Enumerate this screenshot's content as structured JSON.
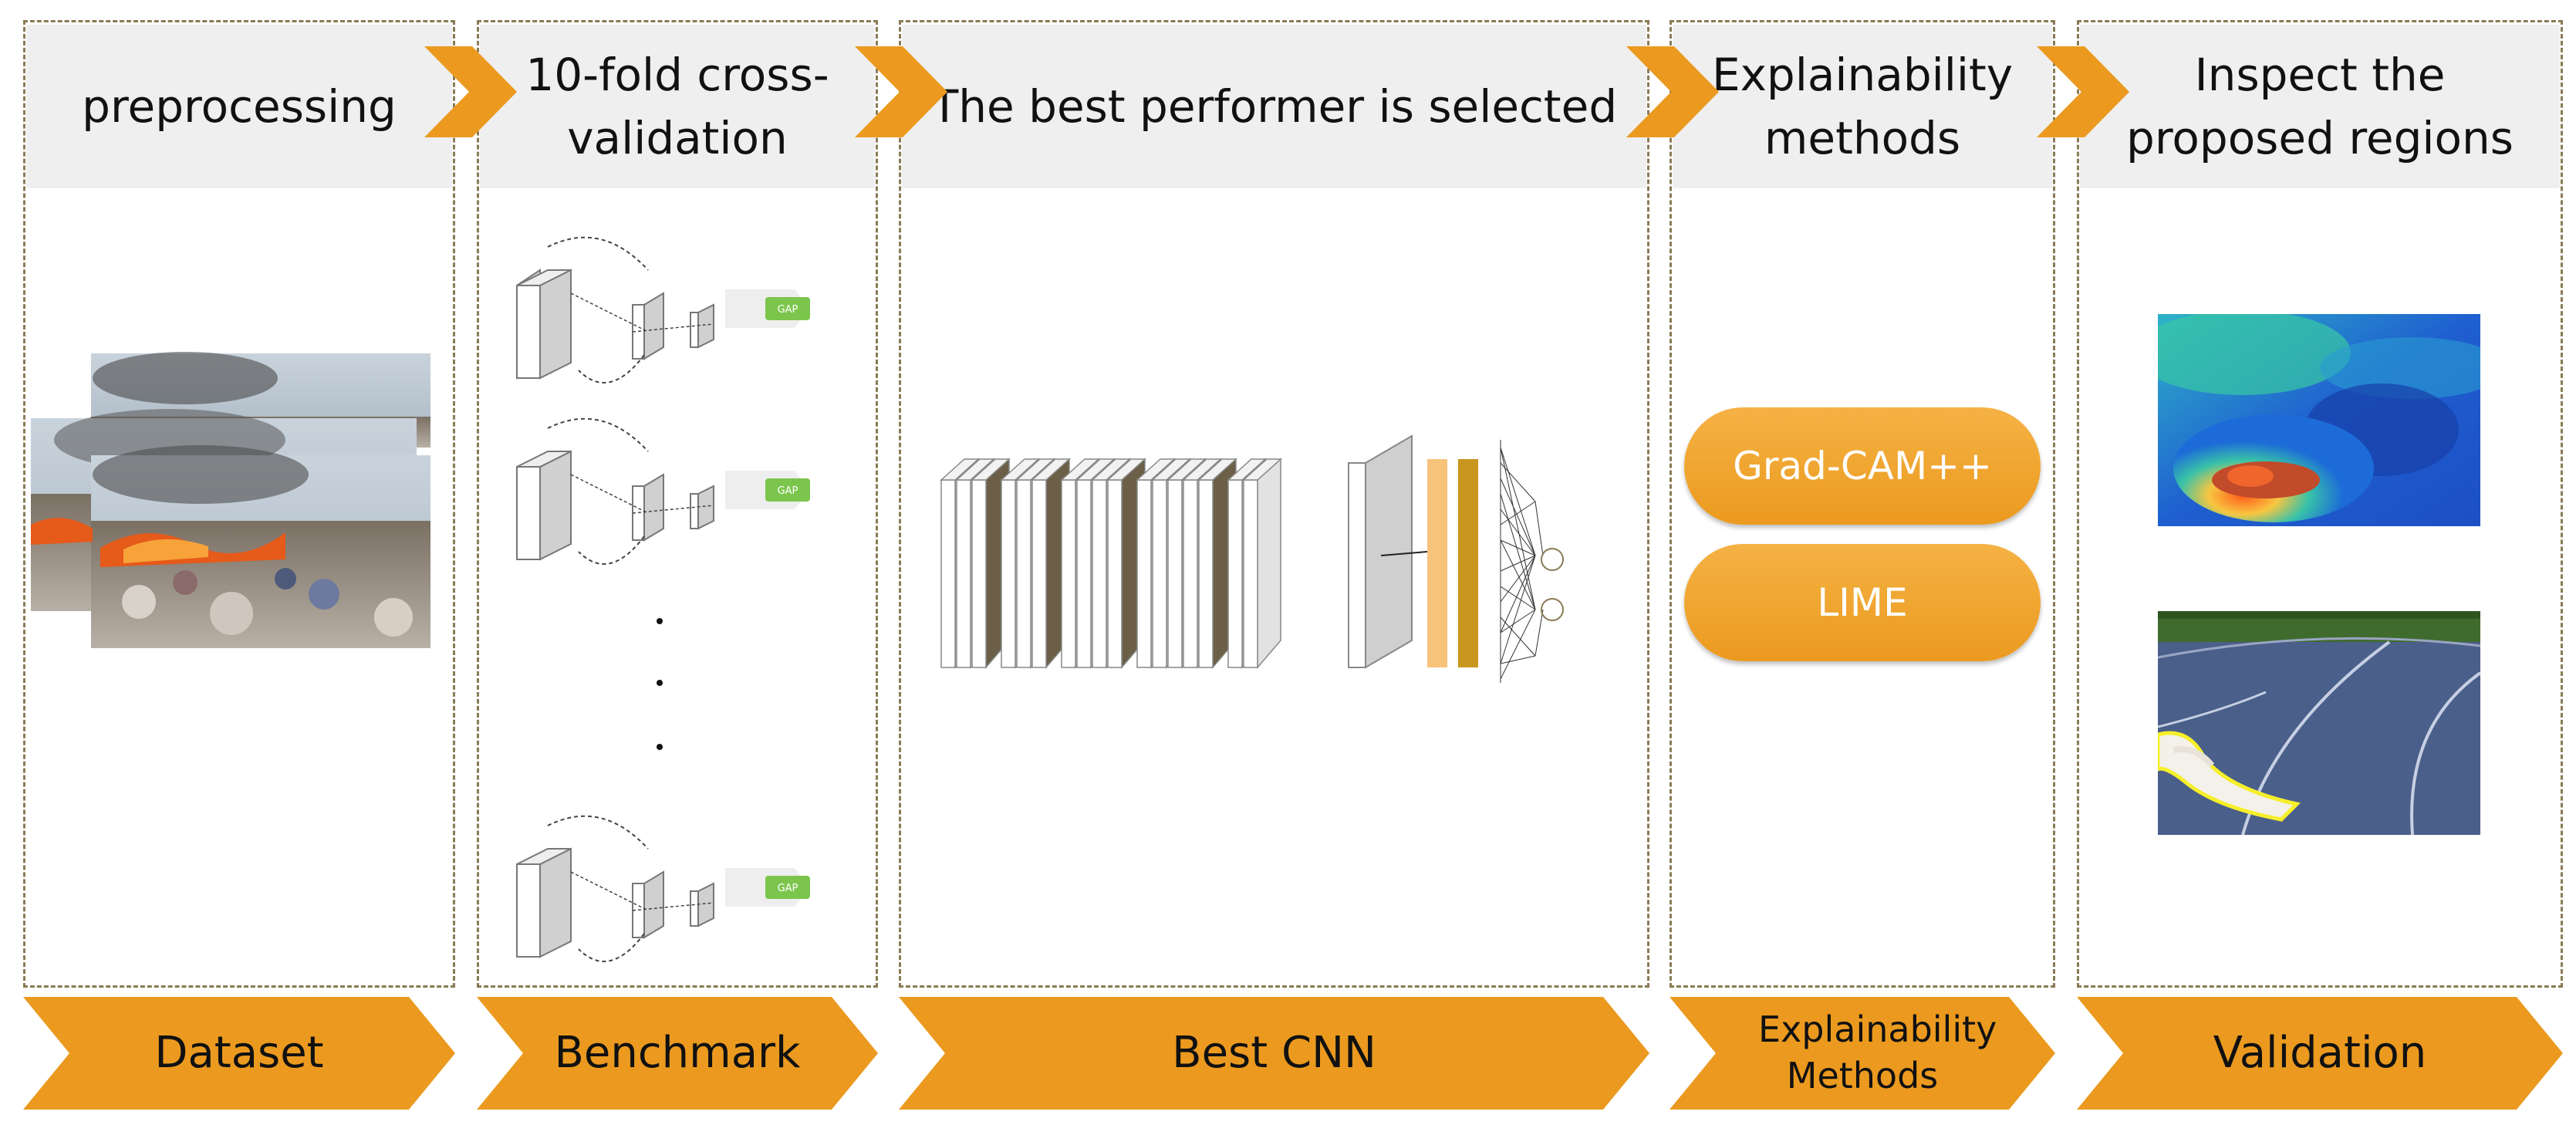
{
  "colors": {
    "accent": "#eb9a1f",
    "accent_light": "#f5b244",
    "header_bg": "#efefef",
    "border": "#8a7a55",
    "gap_green": "#7bc54c"
  },
  "steps": [
    {
      "header": "preprocessing",
      "label": "Dataset"
    },
    {
      "header": "10-fold cross-validation",
      "label": "Benchmark"
    },
    {
      "header": "The best performer is selected",
      "label": "Best CNN"
    },
    {
      "header": "Explainability methods",
      "label": "Explainability Methods"
    },
    {
      "header": "Inspect the proposed regions",
      "label": "Validation"
    }
  ],
  "benchmark": {
    "gap_label": "GAP",
    "ellipsis": "⋮"
  },
  "methods": [
    "Grad-CAM++",
    "LIME"
  ],
  "images": {
    "dataset": "burning waste landfill photos",
    "heatmap": "Grad-CAM++ heatmap overlay",
    "lime": "LIME region overlay on road"
  }
}
